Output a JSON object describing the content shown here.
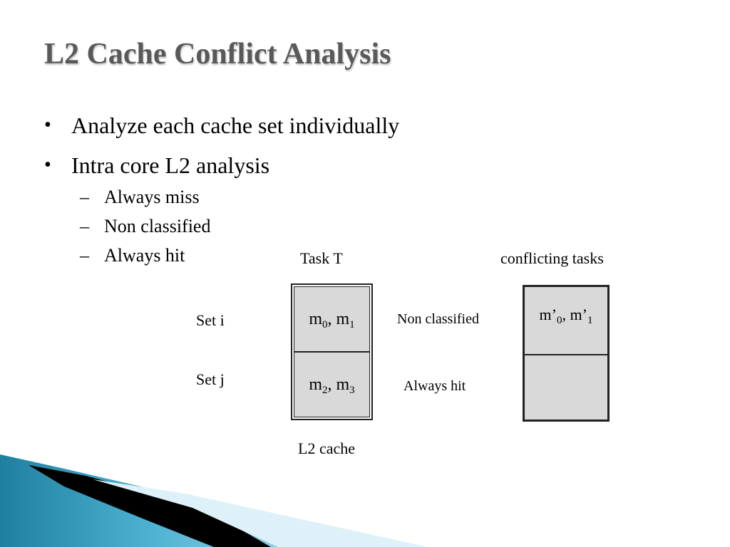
{
  "slide": {
    "title": "L2 Cache Conflict Analysis",
    "bullets": [
      "Analyze each cache set individually",
      "Intra core L2 analysis"
    ],
    "sub_bullets": [
      "Always miss",
      "Non classified",
      "Always hit"
    ],
    "bullet_marker": "•",
    "dash_marker": "–"
  },
  "diagram": {
    "task_label": "Task T",
    "conflict_label": "conflicting tasks",
    "set_i_label": "Set  i",
    "set_j_label": "Set  j",
    "l2_label": "L2 cache",
    "classification_i": "Non classified",
    "classification_j": "Always hit",
    "task_cell_i": {
      "a": "m",
      "a_sub": "0",
      "sep": ", ",
      "b": "m",
      "b_sub": "1"
    },
    "task_cell_j": {
      "a": "m",
      "a_sub": "2",
      "sep": ", ",
      "b": "m",
      "b_sub": "3"
    },
    "conflict_cell_i": {
      "a": "m’",
      "a_sub": "0",
      "sep": ", ",
      "b": "m’",
      "b_sub": "1"
    }
  },
  "colors": {
    "title": "#595959",
    "cell_fill": "#d9d9d9",
    "accent_blue": "#2e95b8"
  }
}
